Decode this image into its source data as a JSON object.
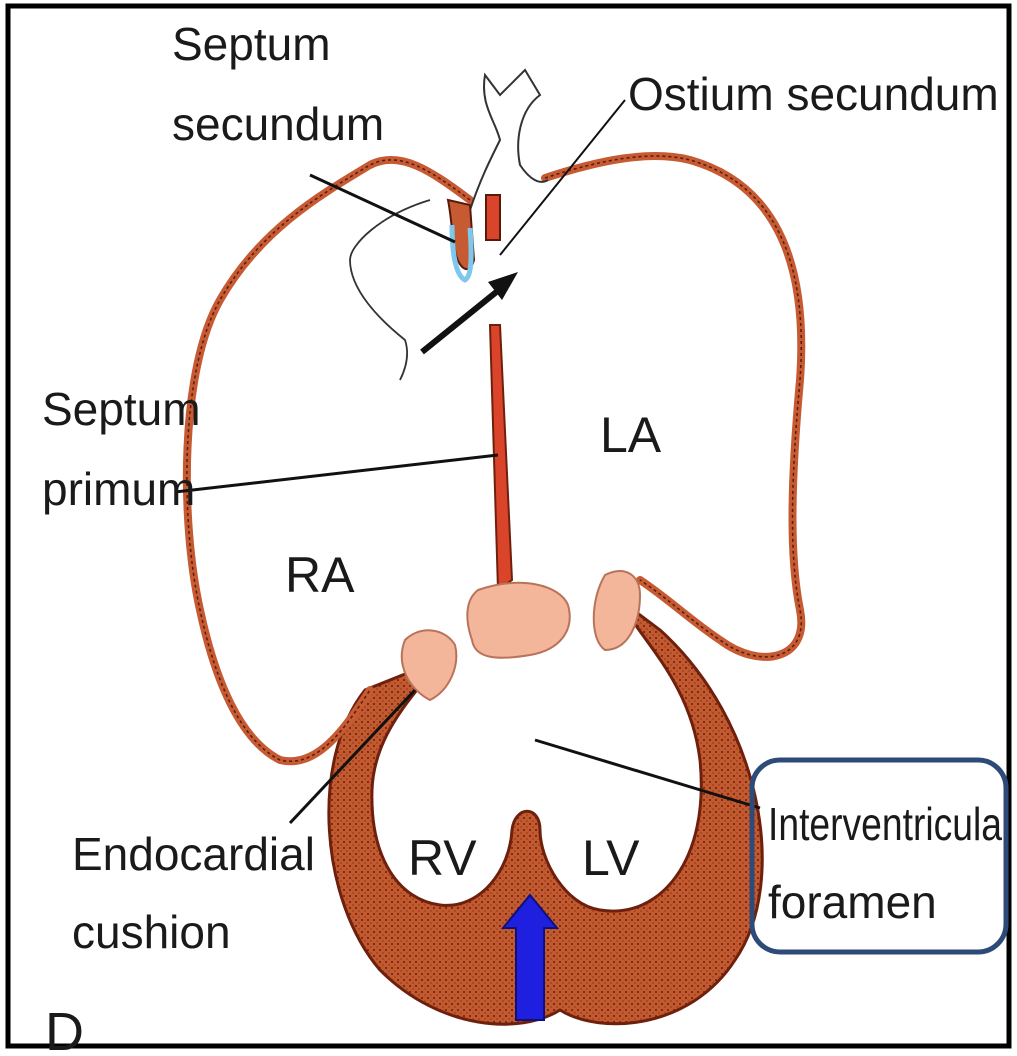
{
  "labels": {
    "septum_secundum": [
      "Septum",
      "secundum"
    ],
    "ostium_secundum": "Ostium secundum",
    "septum_primum": [
      "Septum",
      "primum"
    ],
    "endocardial_cushion": [
      "Endocardial",
      "cushion"
    ],
    "interventricular_foramen": [
      "Interventricula",
      "foramen"
    ],
    "panel_letter": "D"
  },
  "chambers": {
    "ra": "RA",
    "la": "LA",
    "rv": "RV",
    "lv": "LV"
  },
  "colors": {
    "wall": "#c65a32",
    "wall_dark": "#8a2c14",
    "cushion": "#f3b69a",
    "septum_primum": "#d9442a",
    "secundum_highlight": "#7ec8ee",
    "pointer_arrow": "#1f1fe0",
    "callout_border": "#2e4a78",
    "frame": "#000000"
  }
}
